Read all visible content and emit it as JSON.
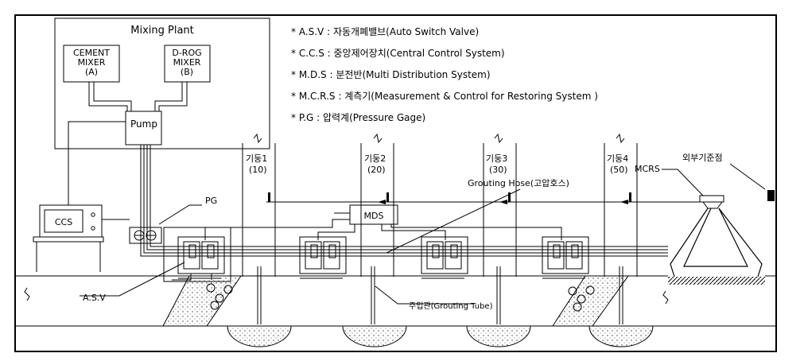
{
  "plant": {
    "title": "Mixing Plant",
    "mixer_a": [
      "CEMENT",
      "MIXER",
      "(A)"
    ],
    "mixer_b": [
      "D-ROG",
      "MIXER",
      "(B)"
    ],
    "pump": "Pump"
  },
  "legend": [
    "* A.S.V : 자동개폐밸브(Auto Switch Valve)",
    "* C.C.S : 중앙제어장치(Central Control System)",
    "* M.D.S : 분전반(Multi Distribution System)",
    "* M.C.R.S : 계측기(Measurement & Control for Restoring System )",
    "* P.G : 압력계(Pressure Gage)"
  ],
  "columns": [
    {
      "name": "기둥1",
      "num": "(10)"
    },
    {
      "name": "기둥2",
      "num": "(20)"
    },
    {
      "name": "기둥3",
      "num": "(30)"
    },
    {
      "name": "기둥4",
      "num": "(50)"
    }
  ],
  "labels": {
    "ccs": "CCS",
    "pg": "PG",
    "mds": "MDS",
    "grouting_hose": "Grouting Hose(고압호스)",
    "mcrs": "MCRS",
    "external_ref": "외부기준점",
    "asv": "A.S.V",
    "grouting_tube": "주입관(Grouting Tube)"
  }
}
